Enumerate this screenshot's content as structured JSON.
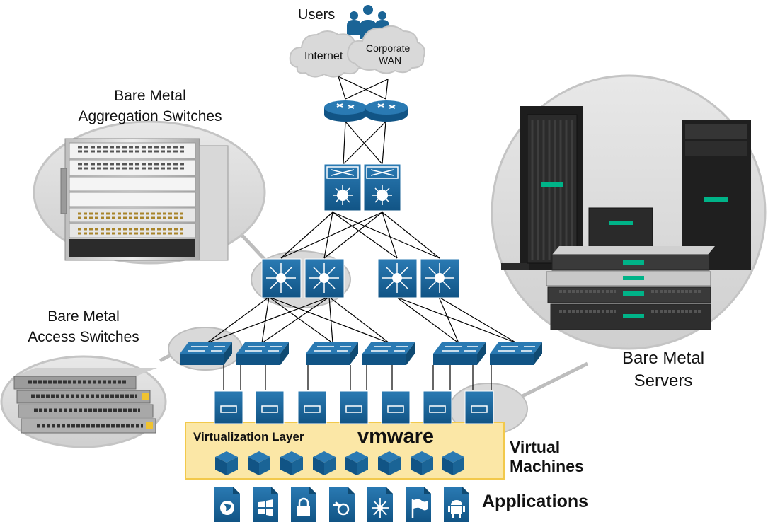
{
  "labels": {
    "users": "Users",
    "internet": "Internet",
    "corporate_wan_line1": "Corporate",
    "corporate_wan_line2": "WAN",
    "aggregation_line1": "Bare Metal",
    "aggregation_line2": "Aggregation Switches",
    "access_line1": "Bare Metal",
    "access_line2": "Access Switches",
    "servers_line1": "Bare Metal",
    "servers_line2": "Servers",
    "virtualization_layer": "Virtualization Layer",
    "vmware_logo": "vmware",
    "virtual_machines_line1": "Virtual",
    "virtual_machines_line2": "Machines",
    "applications": "Applications"
  },
  "colors": {
    "network_blue": "#1a6496",
    "network_blue_dark": "#0f4a72",
    "cloud_gray": "#d9d9d9",
    "bubble_gray": "#d6d6d6",
    "virtualization_band": "#fbe7a6",
    "virtualization_border": "#f2c94c",
    "line_black": "#000000"
  },
  "icons": {
    "users": "users-group-icon",
    "routers": [
      "router-icon",
      "router-icon"
    ],
    "core_switches": [
      "multilayer-switch-icon",
      "multilayer-switch-icon"
    ],
    "aggregation_switches": [
      "layer3-switch-icon",
      "layer3-switch-icon",
      "layer3-switch-icon",
      "layer3-switch-icon"
    ],
    "access_switches": [
      "workgroup-switch-icon",
      "workgroup-switch-icon",
      "workgroup-switch-icon",
      "workgroup-switch-icon",
      "workgroup-switch-icon",
      "workgroup-switch-icon"
    ],
    "servers": [
      "server-icon",
      "server-icon",
      "server-icon",
      "server-icon",
      "server-icon",
      "server-icon",
      "server-icon"
    ],
    "virtual_machines": [
      "vm-cube-icon",
      "vm-cube-icon",
      "vm-cube-icon",
      "vm-cube-icon",
      "vm-cube-icon",
      "vm-cube-icon",
      "vm-cube-icon",
      "vm-cube-icon"
    ],
    "applications": [
      "globe-app-icon",
      "windows-app-icon",
      "lock-app-icon",
      "blender-app-icon",
      "network-app-icon",
      "flag-app-icon",
      "android-app-icon"
    ]
  }
}
